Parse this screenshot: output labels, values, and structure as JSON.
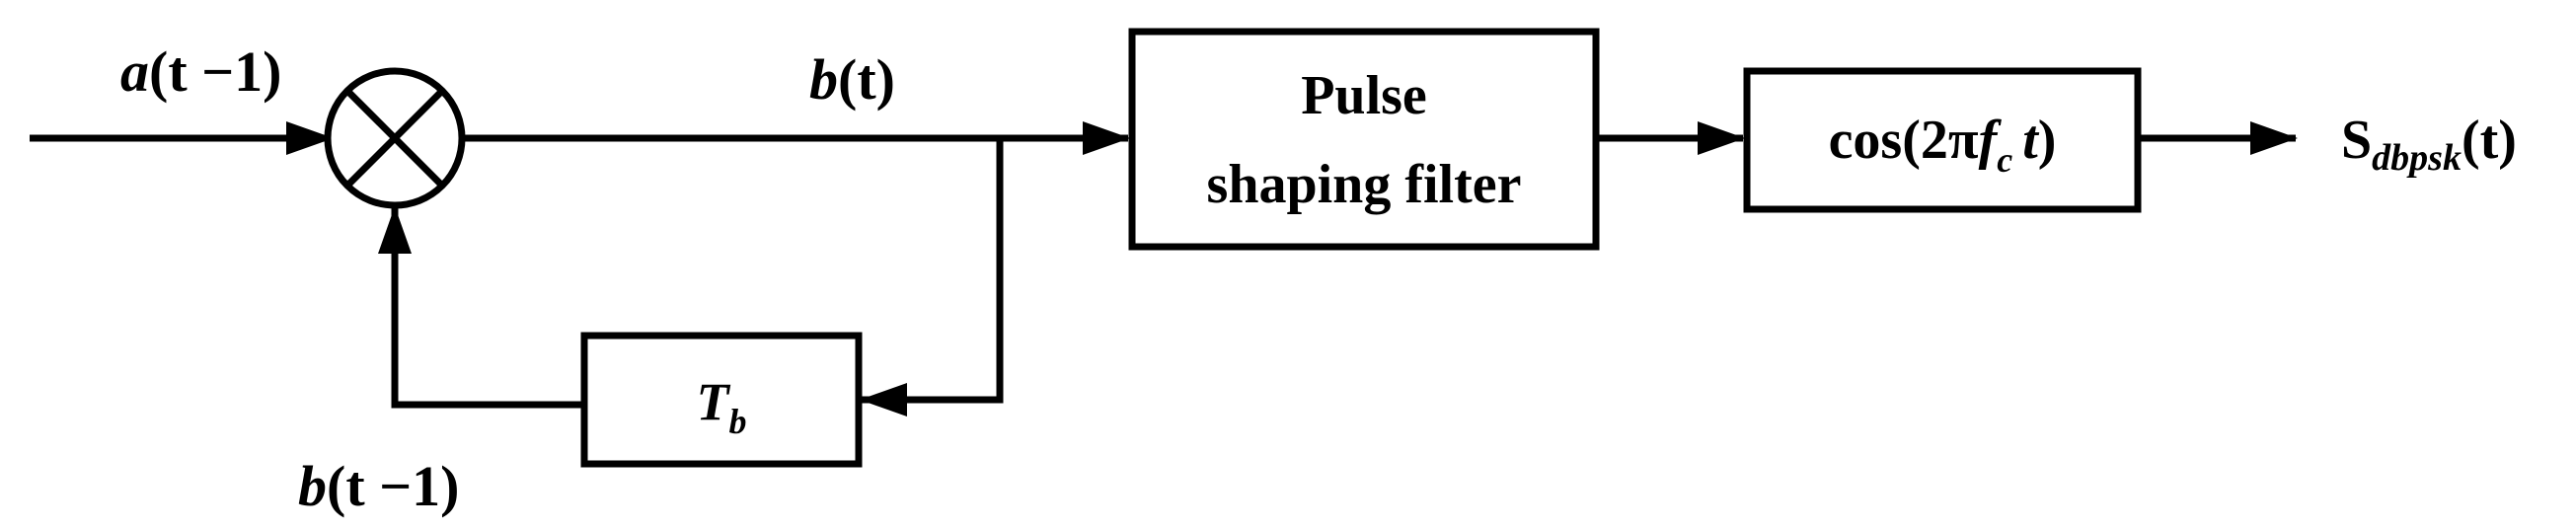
{
  "blocks": {
    "delay": {
      "label": "T",
      "subscript": "b"
    },
    "pulse_filter": {
      "line1": "Pulse",
      "line2": "shaping filter"
    },
    "carrier": {
      "prefix": "cos(2π",
      "f": "f",
      "f_sub": "c",
      "t": "t",
      "close": ")"
    }
  },
  "signals": {
    "input": {
      "base": "a",
      "arg": "(t −1)"
    },
    "mixer_output": {
      "base": "b",
      "arg": "(t)"
    },
    "feedback": {
      "base": "b",
      "arg": "(t −1)"
    },
    "output": {
      "base": "S",
      "sub": "dbpsk",
      "arg": "(t)"
    }
  },
  "colors": {
    "stroke": "#000000",
    "background": "#ffffff"
  }
}
